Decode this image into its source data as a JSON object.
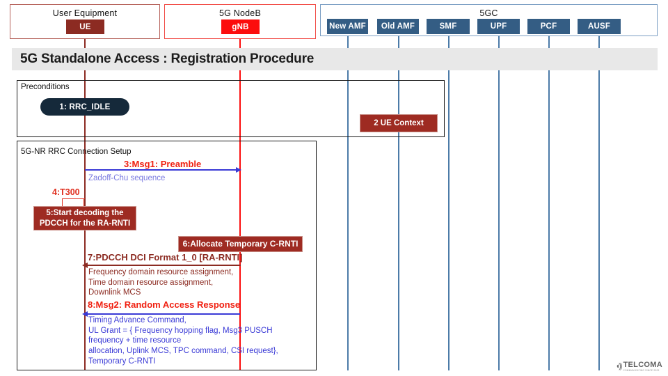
{
  "title": "5G Standalone Access : Registration Procedure",
  "actor_groups": [
    {
      "name": "User Equipment",
      "border": "#b5615a",
      "actors": [
        {
          "label": "UE",
          "color": "#8c2b22",
          "line_color": "#8c2b22"
        }
      ]
    },
    {
      "name": "5G NodeB",
      "border": "#f14a45",
      "actors": [
        {
          "label": "gNB",
          "color": "#fc0d0d",
          "line_color": "#fc0d0d"
        }
      ]
    },
    {
      "name": "5GC",
      "border": "#7b9ec4",
      "actors": [
        {
          "label": "New AMF",
          "color": "#345d84",
          "line_color": "#4c7ba8"
        },
        {
          "label": "Old AMF",
          "color": "#345d84",
          "line_color": "#4c7ba8"
        },
        {
          "label": "SMF",
          "color": "#345d84",
          "line_color": "#4c7ba8"
        },
        {
          "label": "UPF",
          "color": "#345d84",
          "line_color": "#4c7ba8"
        },
        {
          "label": "PCF",
          "color": "#345d84",
          "line_color": "#4c7ba8"
        },
        {
          "label": "AUSF",
          "color": "#345d84",
          "line_color": "#4c7ba8"
        }
      ]
    }
  ],
  "sections": [
    {
      "label": "Preconditions"
    },
    {
      "label": "5G-NR RRC Connection Setup"
    }
  ],
  "state_pill": {
    "text": "1: RRC_IDLE",
    "color": "#15293a"
  },
  "notes": [
    {
      "text": "2 UE Context"
    },
    {
      "text": "5:Start decoding the\nPDCCH for the RA-RNTI"
    },
    {
      "text": "6:Allocate Temporary C-RNTI"
    }
  ],
  "note_texts": {
    "ue_context": "2 UE Context",
    "start_decoding_l1": "5:Start decoding the",
    "start_decoding_l2": "PDCCH for the RA-RNTI",
    "allocate_crnti": "6:Allocate Temporary C-RNTI"
  },
  "timer": {
    "label": "4:T300",
    "color": "#e03020"
  },
  "messages": [
    {
      "id": "3",
      "label": "3:Msg1: Preamble",
      "label_color": "#f01f10",
      "arrow_color": "#3a3ad6",
      "direction": "right",
      "sub": "Zadoff-Chu sequence",
      "sub_color": "#7a7ae0"
    },
    {
      "id": "7",
      "label": "7:PDCCH DCI Format 1_0 [RA-RNTI]",
      "label_color": "#8c2b22",
      "arrow_color": "#8c2b22",
      "direction": "left",
      "sub": "Frequency domain resource assignment,\nTime domain resource assignment,\nDownlink MCS",
      "sub_color": "#8c2b22"
    },
    {
      "id": "8",
      "label": "8:Msg2: Random Access Response",
      "label_color": "#f01f10",
      "arrow_color": "#3a3ad6",
      "direction": "left",
      "sub": "Timing Advance Command,\nUL Grant = { Frequency hopping flag, Msg3 PUSCH\nfrequency + time resource\nallocation, Uplink MCS, TPC command, CSI request},\nTemporary C-RNTI",
      "sub_color": "#3a3ad6"
    }
  ],
  "msg_text": {
    "m3_label": "3:Msg1: Preamble",
    "m3_sub": "Zadoff-Chu sequence",
    "m7_label": "7:PDCCH DCI Format 1_0 [RA-RNTI]",
    "m7_sub": "Frequency domain resource assignment,\nTime domain resource assignment,\nDownlink MCS",
    "m8_label": "8:Msg2: Random Access Response",
    "m8_sub": "Timing Advance Command,\nUL Grant = { Frequency hopping flag, Msg3 PUSCH\nfrequency + time resource\nallocation, Uplink MCS, TPC command, CSI request},\nTemporary C-RNTI"
  },
  "logo": {
    "name": "TELCOMA",
    "tagline": "COMMUNICATING SINCE 2009",
    "icon": "signal-wave-icon"
  },
  "colors": {
    "banner_bg": "#e8e8e8",
    "frame": "#1a1a1a",
    "note_red": "#9e2b22",
    "bright_red": "#fc0d0d",
    "blue_arrow": "#3a3ad6",
    "amf_blue": "#345d84"
  }
}
